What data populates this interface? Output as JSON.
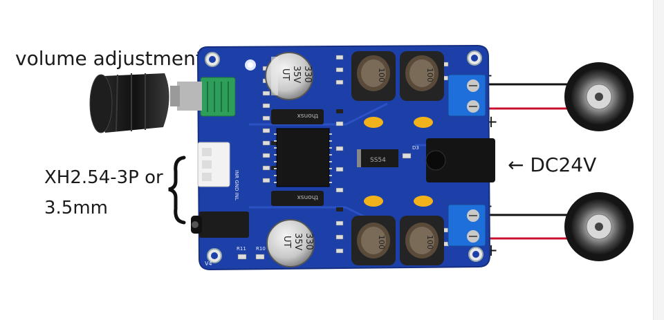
{
  "labels": {
    "volume": "volume adjustment",
    "connector_line1": "XH2.54-3P or",
    "connector_line2": "3.5mm",
    "power": "← DC24V",
    "top_minus": "-",
    "top_plus": "+",
    "bottom_minus": "-",
    "bottom_plus": "+"
  },
  "board": {
    "capacitor_value": "330",
    "capacitor_voltage": "35V",
    "capacitor_mark": "UT",
    "inductor_value": "100",
    "chip_label": "thonsx",
    "diode_label": "SS54",
    "pin_labels": [
      "INR",
      "GND",
      "INL"
    ],
    "version_label": "V4",
    "resistor_labels": [
      "R11",
      "R10"
    ],
    "diode_ref": "D3"
  },
  "colors": {
    "pcb": "#1d3fa8",
    "wire_black": "#111111",
    "wire_red": "#c8102e",
    "terminal": "#1e6fd9",
    "pot": "#2e9e5b"
  }
}
